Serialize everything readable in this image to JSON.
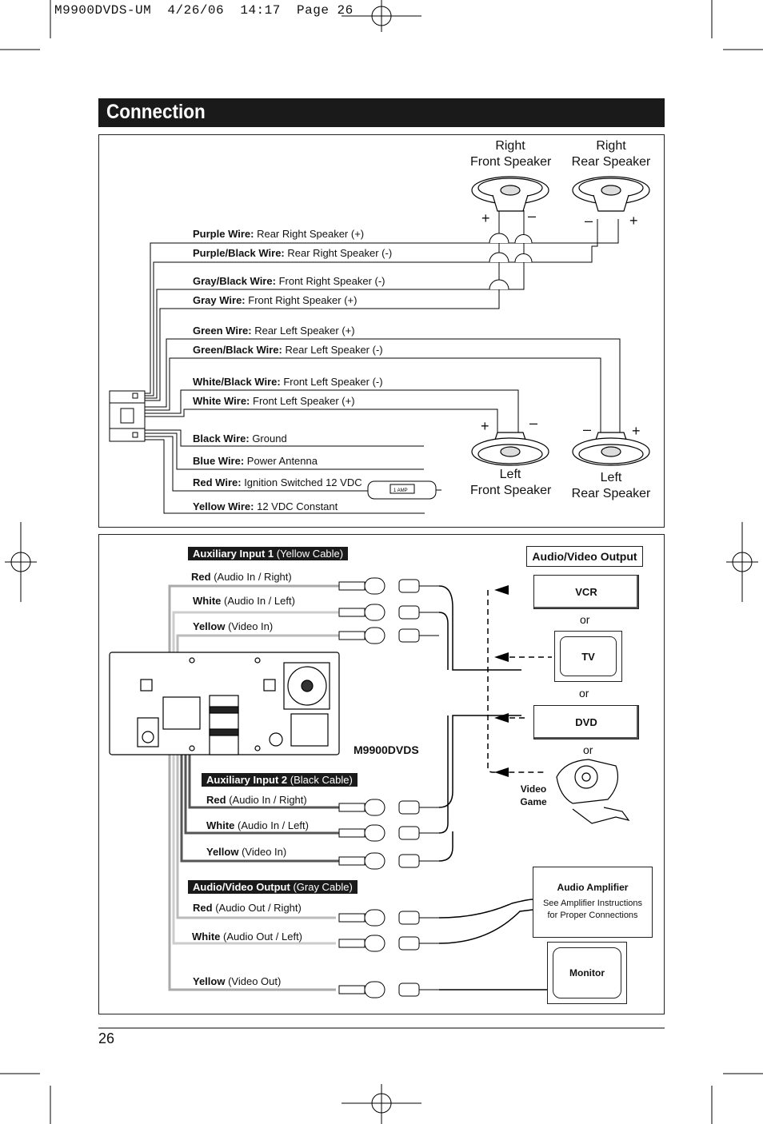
{
  "print_header": "M9900DVDS-UM  4/26/06  14:17  Page 26",
  "title": "Connection",
  "page_number": "26",
  "speakers": {
    "right_front": [
      "Right",
      "Front Speaker"
    ],
    "right_rear": [
      "Right",
      "Rear Speaker"
    ],
    "left_front": [
      "Left",
      "Front Speaker"
    ],
    "left_rear": [
      "Left",
      "Rear Speaker"
    ],
    "plus": "+",
    "minus": "–"
  },
  "wires": [
    {
      "color": "Purple Wire:",
      "desc": "Rear Right Speaker (+)"
    },
    {
      "color": "Purple/Black Wire:",
      "desc": "Rear Right Speaker (-)"
    },
    {
      "color": "Gray/Black Wire:",
      "desc": "Front Right Speaker (-)"
    },
    {
      "color": "Gray Wire:",
      "desc": "Front Right Speaker (+)"
    },
    {
      "color": "Green Wire:",
      "desc": "Rear Left Speaker (+)"
    },
    {
      "color": "Green/Black Wire:",
      "desc": "Rear Left Speaker (-)"
    },
    {
      "color": "White/Black Wire:",
      "desc": "Front Left Speaker (-)"
    },
    {
      "color": "White Wire:",
      "desc": "Front Left Speaker (+)"
    },
    {
      "color": "Black Wire:",
      "desc": "Ground"
    },
    {
      "color": "Blue Wire:",
      "desc": "Power Antenna"
    },
    {
      "color": "Red Wire:",
      "desc": "Ignition Switched 12 VDC"
    },
    {
      "color": "Yellow Wire:",
      "desc": "12 VDC Constant"
    }
  ],
  "fuse_label": "1 AMP",
  "aux1": {
    "tag_bold": "Auxiliary Input 1",
    "tag_rest": "(Yellow Cable)",
    "cables": [
      {
        "bold": "Red",
        "rest": "(Audio In / Right)"
      },
      {
        "bold": "White",
        "rest": "(Audio In / Left)"
      },
      {
        "bold": "Yellow",
        "rest": "(Video In)"
      }
    ]
  },
  "aux2": {
    "tag_bold": "Auxiliary Input 2",
    "tag_rest": "(Black Cable)",
    "cables": [
      {
        "bold": "Red",
        "rest": "(Audio In / Right)"
      },
      {
        "bold": "White",
        "rest": "(Audio In / Left)"
      },
      {
        "bold": "Yellow",
        "rest": "(Video In)"
      }
    ]
  },
  "avout": {
    "tag_bold": "Audio/Video Output",
    "tag_rest": "(Gray Cable)",
    "cables": [
      {
        "bold": "Red",
        "rest": "(Audio Out / Right)"
      },
      {
        "bold": "White",
        "rest": "(Audio Out / Left)"
      },
      {
        "bold": "Yellow",
        "rest": "(Video Out)"
      }
    ]
  },
  "unit_label": "M9900DVDS",
  "devices": {
    "section_title": "Audio/Video Output",
    "vcr": "VCR",
    "tv": "TV",
    "dvd": "DVD",
    "or": "or",
    "video_game": [
      "Video",
      "Game"
    ],
    "amp_title": "Audio Amplifier",
    "amp_note": [
      "See Amplifier Instructions",
      "for Proper Connections"
    ],
    "monitor": "Monitor"
  }
}
